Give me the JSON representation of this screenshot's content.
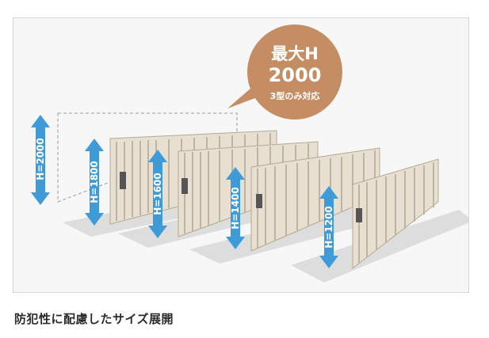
{
  "bubble": {
    "line1": "最大H",
    "line2": "2000",
    "line3": "3型のみ対応"
  },
  "heights": [
    {
      "label": "H=2000"
    },
    {
      "label": "H=1800"
    },
    {
      "label": "H=1600"
    },
    {
      "label": "H=1400"
    },
    {
      "label": "H=1200"
    }
  ],
  "caption": "防犯性に配慮したサイズ展開",
  "colors": {
    "arrow": "#3f9bd8",
    "bubble": "#c48d63",
    "gate": "#cfc5b2",
    "floor": "#dcdcdc"
  }
}
